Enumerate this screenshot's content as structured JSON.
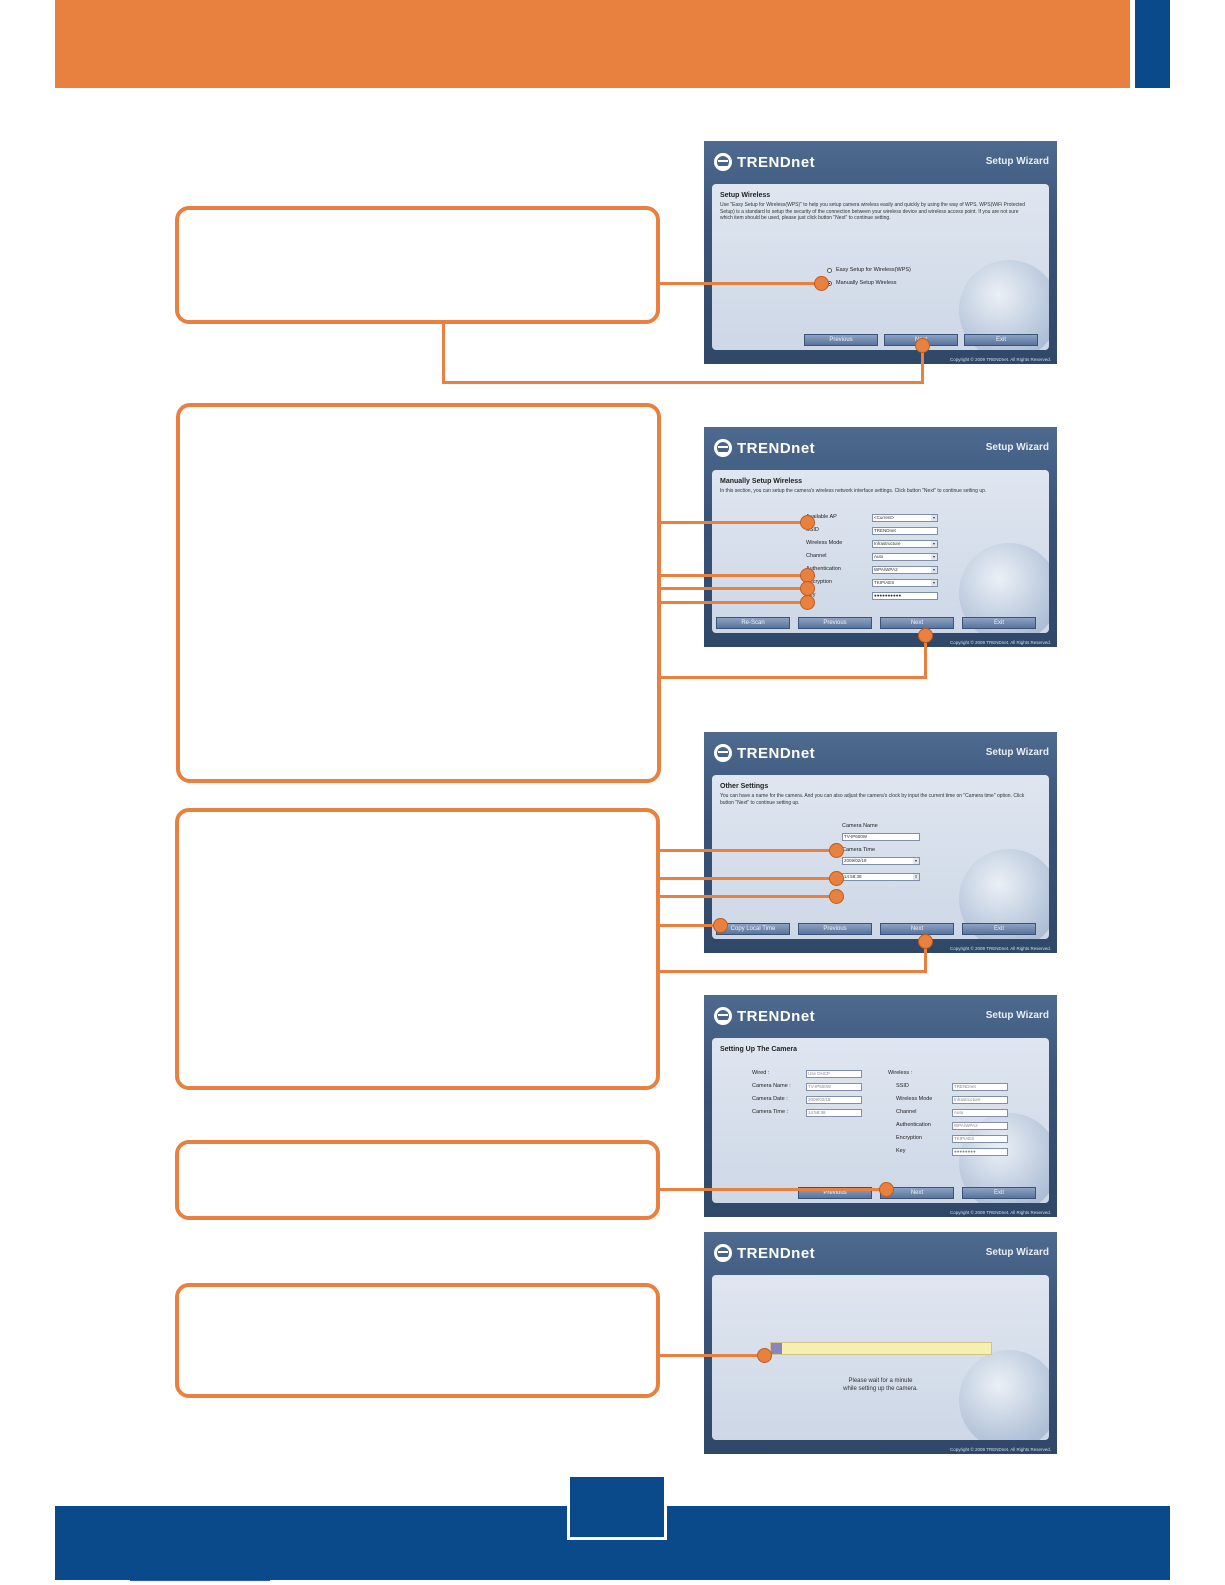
{
  "colors": {
    "accent": "#e8803f",
    "brand": "#0b4a8a"
  },
  "screens": {
    "common": {
      "logo": "TRENDnet",
      "wizard": "Setup Wizard",
      "copyright": "Copyright © 2009 TRENDnet. All Rights Reserved."
    },
    "s1": {
      "title": "Setup Wireless",
      "desc": "Use \"Easy Setup for Wireless(WPS)\" to help you setup camera wireless easily and quickly by using the way of WPS. WPS(WiFi Protected Setup) is a standard to setup the security of the connection between your wireless device and wireless access point. If you are not sure which item should be used, please just click button \"Next\" to continue setting.",
      "option_wps": "Easy Setup for Wireless(WPS)",
      "option_manual": "Manually Setup Wireless",
      "btn_previous": "Previous",
      "btn_next": "Next",
      "btn_exit": "Exit"
    },
    "s2": {
      "title": "Manually Setup Wireless",
      "desc": "In this section, you can setup the camera's wireless network interface settings. Click button \"Next\" to continue setting up.",
      "labels": {
        "ap": "Available AP",
        "ssid": "SSID",
        "mode": "Wireless Mode",
        "channel": "Channel",
        "auth": "Authentication",
        "enc": "Encryption",
        "key": "Key"
      },
      "values": {
        "ap": "<Current>",
        "ssid": "TRENDnet",
        "mode": "Infrastructure",
        "channel": "Auto",
        "auth": "WPA/WPA2",
        "enc": "TKIP/AES",
        "key": "●●●●●●●●●●"
      },
      "btn_rescan": "Re-Scan",
      "btn_previous": "Previous",
      "btn_next": "Next",
      "btn_exit": "Exit"
    },
    "s3": {
      "title": "Other Settings",
      "desc": "You can have a name for the camera. And you can also adjust the camera's clock by input the current time on \"Camera time\" option. Click button \"Next\" to continue setting up.",
      "label_name": "Camera Name",
      "value_name": "TV-IP600W",
      "label_time": "Camera Time",
      "value_date": "2009/02/18",
      "value_time": "14:58:38",
      "btn_copy": "Copy Local Time",
      "btn_previous": "Previous",
      "btn_next": "Next",
      "btn_exit": "Exit"
    },
    "s4": {
      "title": "Setting Up The Camera",
      "wired": "Wired :",
      "wired_val": "Use DHCP",
      "cam_name": "Camera Name :",
      "cam_name_val": "TV-IP600W",
      "cam_date": "Camera Date :",
      "cam_date_val": "2009/02/18",
      "cam_time": "Camera Time :",
      "cam_time_val": "14:58:38",
      "wireless": "Wireless :",
      "ssid": "SSID",
      "ssid_val": "TRENDnet",
      "mode": "Wireless Mode",
      "mode_val": "Infrastructure",
      "channel": "Channel",
      "channel_val": "Auto",
      "auth": "Authentication",
      "auth_val": "WPA/WPA2",
      "enc": "Encryption",
      "enc_val": "TKIP/AES",
      "key": "Key",
      "key_val": "●●●●●●●●",
      "btn_previous": "Previous",
      "btn_next": "Next",
      "btn_exit": "Exit"
    },
    "s5": {
      "wait_line1": "Please wait for a minute",
      "wait_line2": "while setting up the camera.",
      "progress": 0.05
    }
  }
}
